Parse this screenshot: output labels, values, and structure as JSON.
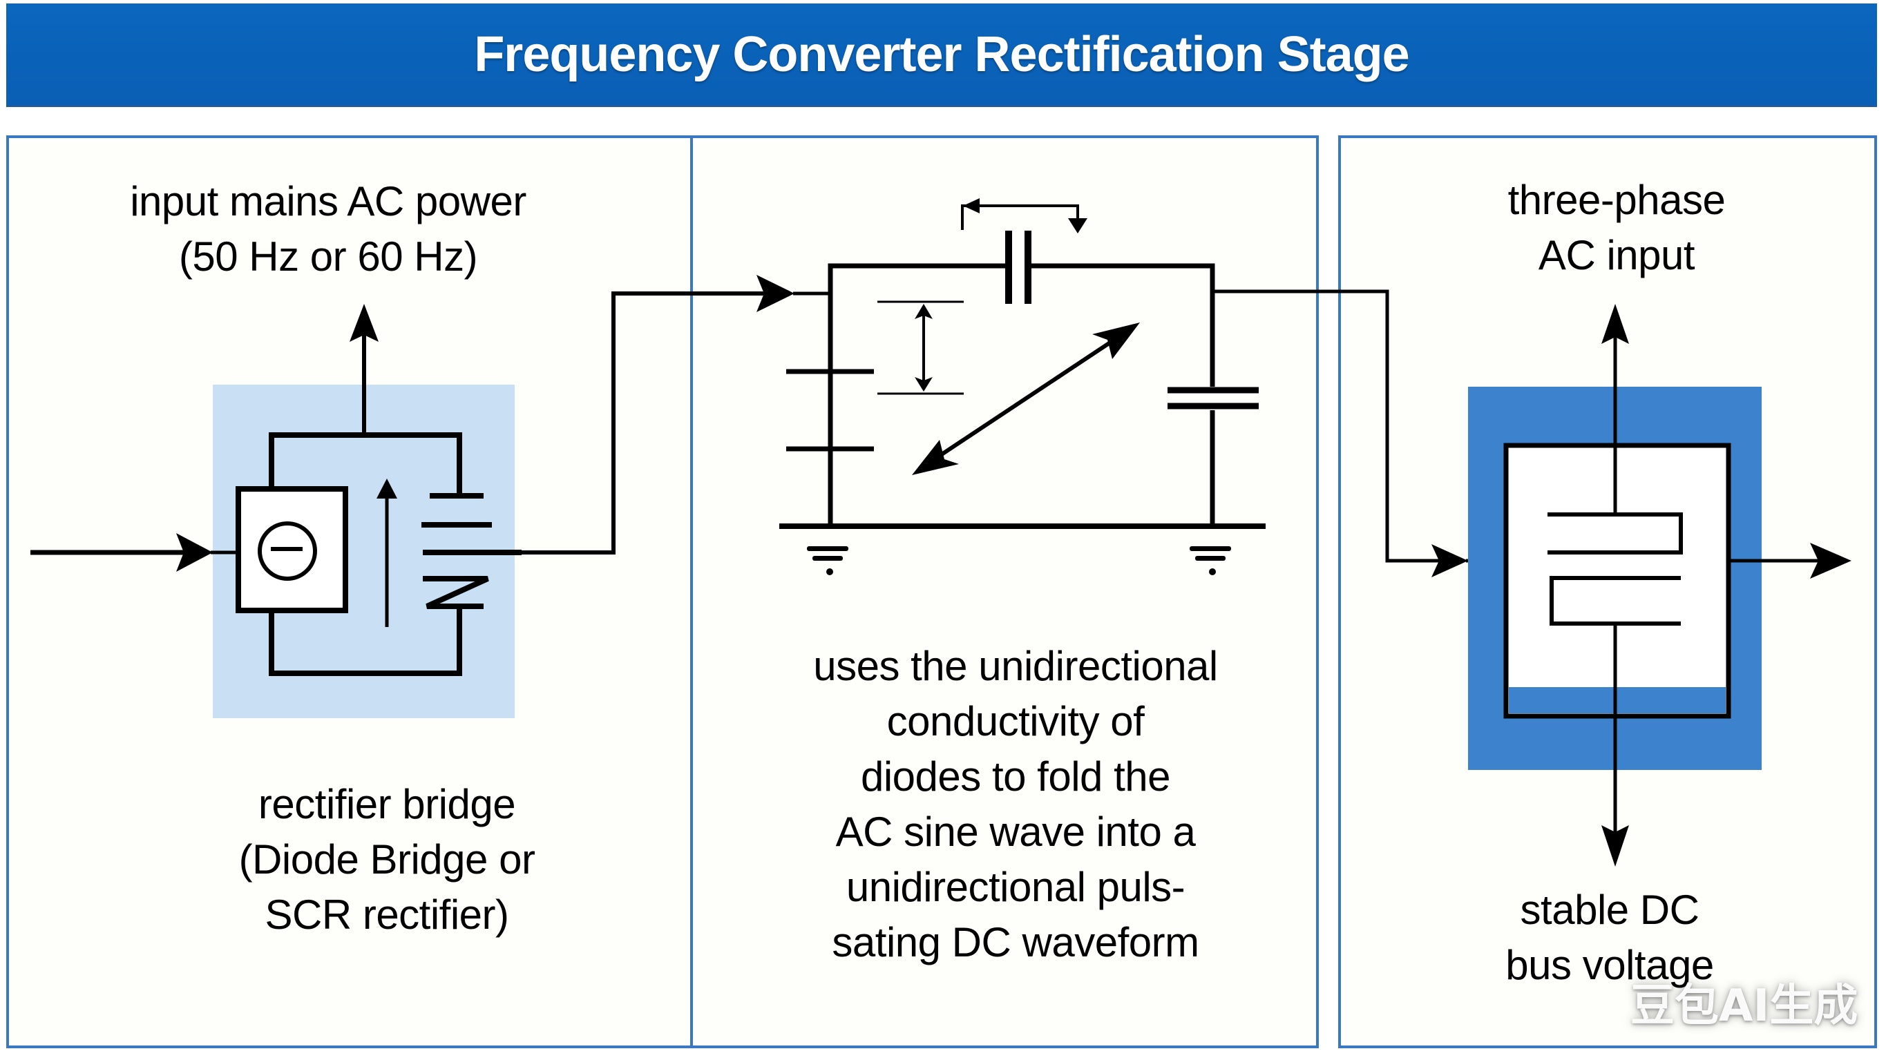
{
  "title": "Frequency Converter Rectification Stage",
  "colors": {
    "title_bar": "#0A62B8",
    "panel_border": "#3B78C4",
    "rectifier_box_fill": "#C9DFF3",
    "dc_bus_box_fill": "#3D82CC",
    "wire": "#000000"
  },
  "panels": {
    "left": {
      "top_label": "input mains AC power\n(50 Hz or 60 Hz)",
      "bottom_label": "rectifier bridge\n(Diode Bridge or\nSCR rectifier)",
      "icons": [
        "input-arrow-icon",
        "diode-bridge-symbol-icon",
        "minus-circle-icon",
        "up-arrow-icon",
        "scr-symbol-icon"
      ]
    },
    "middle": {
      "description": "uses the unidirectional\nconductivity of\ndiodes to fold the\nAC sine wave into a\nunidirectional puls-\nsating DC waveform",
      "icons": [
        "capacitor-icon",
        "ground-icon",
        "double-arrow-icon",
        "diagonal-double-arrow-icon",
        "feedback-arrow-icon"
      ]
    },
    "right": {
      "top_label": "three-phase\nAC input",
      "bottom_label": "stable DC\nbus voltage",
      "icons": [
        "dc-bus-capacitor-block-icon",
        "up-arrow-icon",
        "down-arrow-icon",
        "output-arrow-icon"
      ]
    }
  },
  "watermark": "豆包AI生成"
}
